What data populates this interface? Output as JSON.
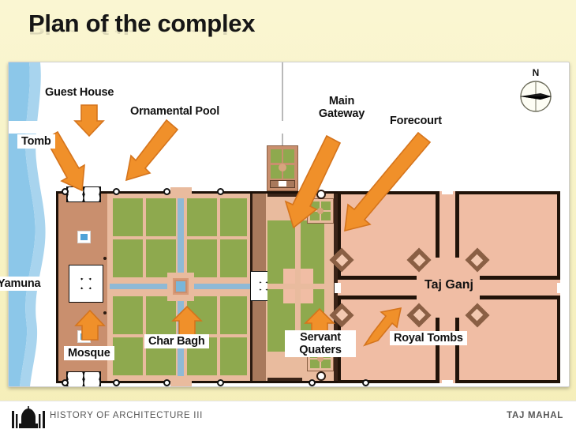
{
  "slide": {
    "title": "Plan of the complex",
    "background_color": "#f7f2c4"
  },
  "compass": {
    "north_label": "N",
    "icon": "compass-rose-icon"
  },
  "map": {
    "colors": {
      "garden_green": "#8ea94e",
      "path_salmon": "#e9bb9e",
      "water_blue": "#8fb9d6",
      "river_blue": "#8cc7e9",
      "building_tan": "#c98f6e",
      "tajganj_pink": "#f0bda4",
      "wall_dark": "#2b1a10",
      "arrow_orange": "#f0902a"
    },
    "area_label": "Taj Ganj"
  },
  "labels": [
    {
      "id": "guest-house",
      "text": "Guest House"
    },
    {
      "id": "ornamental-pool",
      "text": "Ornamental Pool"
    },
    {
      "id": "tomb",
      "text": "Tomb"
    },
    {
      "id": "main-gateway",
      "text": "Main\nGateway",
      "line1": "Main",
      "line2": "Gateway"
    },
    {
      "id": "forecourt",
      "text": "Forecourt"
    },
    {
      "id": "yamuna",
      "text": "Yamuna"
    },
    {
      "id": "taj-ganj",
      "text": "Taj Ganj"
    },
    {
      "id": "mosque",
      "text": "Mosque"
    },
    {
      "id": "char-bagh",
      "text": "Char Bagh"
    },
    {
      "id": "servant-quarters",
      "line1": "Servant",
      "line2": "Quaters"
    },
    {
      "id": "royal-tombs",
      "text": "Royal Tombs"
    }
  ],
  "label_text": {
    "guest_house": "Guest House",
    "ornamental_pool": "Ornamental Pool",
    "tomb": "Tomb",
    "main_gateway_l1": "Main",
    "main_gateway_l2": "Gateway",
    "forecourt": "Forecourt",
    "yamuna": "Yamuna",
    "taj_ganj": "Taj Ganj",
    "mosque": "Mosque",
    "char_bagh": "Char Bagh",
    "servant_l1": "Servant",
    "servant_l2": "Quaters",
    "royal_tombs": "Royal Tombs"
  },
  "footer": {
    "left_text": "HISTORY OF ARCHITECTURE III",
    "right_text": "TAJ MAHAL",
    "logo": "taj-mahal-silhouette-icon"
  }
}
